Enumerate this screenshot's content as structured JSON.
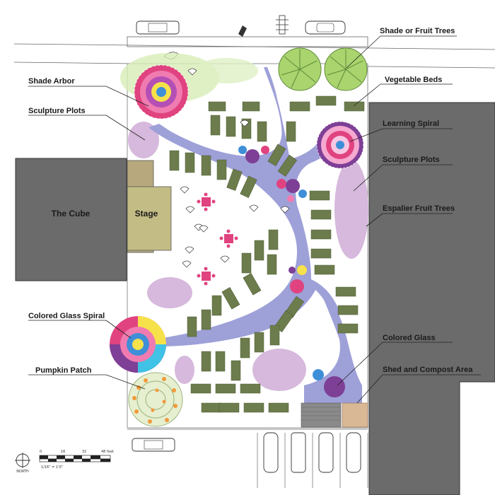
{
  "labels": {
    "shade_fruit_trees": "Shade or Fruit Trees",
    "vegetable_beds": "Vegetable Beds",
    "shade_arbor": "Shade Arbor",
    "sculpture_plots_left": "Sculpture Plots",
    "learning_spiral": "Learning Spiral",
    "sculpture_plots_right": "Sculpture Plots",
    "espalier_fruit_trees": "Espalier Fruit Trees",
    "colored_glass_spiral": "Colored Glass Spiral",
    "colored_glass": "Colored Glass",
    "pumpkin_patch": "Pumpkin Patch",
    "shed_compost": "Shed and Compost Area"
  },
  "buildings": {
    "the_cube": "The Cube",
    "stage": "Stage"
  },
  "scale": {
    "ticks": [
      "0",
      "16",
      "32",
      "48"
    ],
    "unit": "feet",
    "ratio": "1/16\" = 1'0\"",
    "north": "NORTH"
  },
  "colors": {
    "path": "#9ea0d8",
    "building": "#6b6b6b",
    "stage": "#c0b98a",
    "sculpture_plot": "#d6b9dc",
    "tree": "#a9d46e",
    "bed": "#6d7c4c",
    "table": "#e0437f"
  }
}
